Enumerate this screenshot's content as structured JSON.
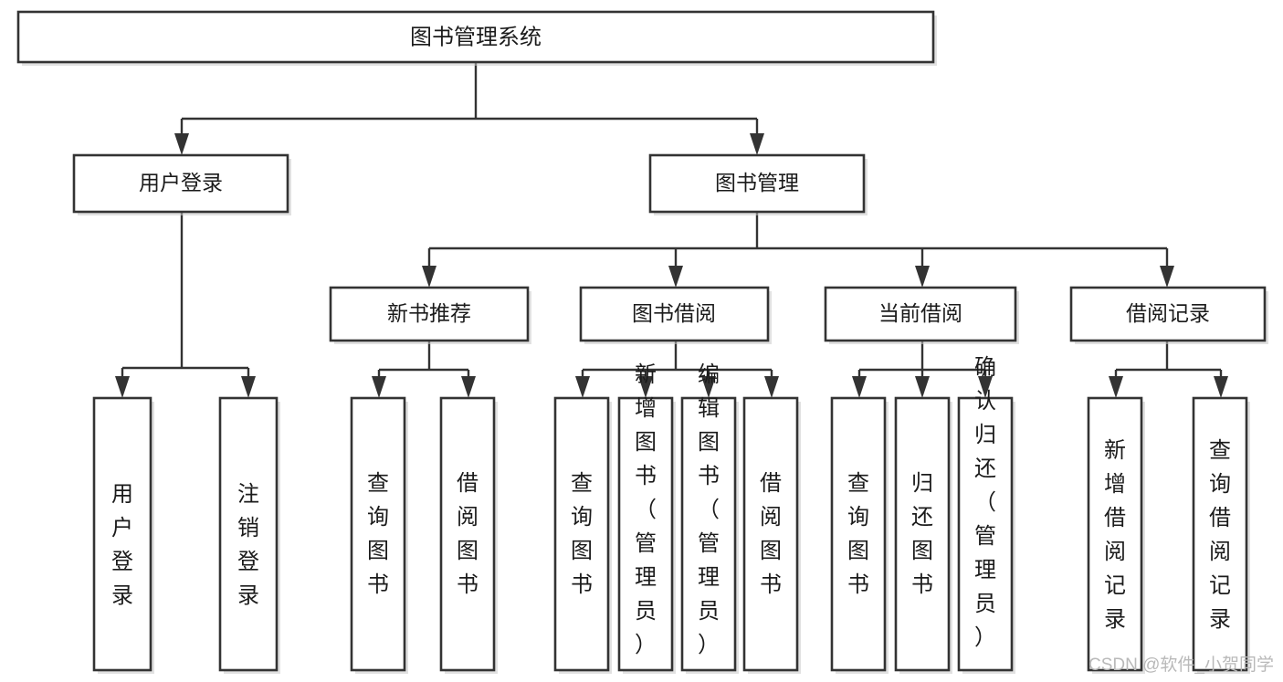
{
  "diagram": {
    "type": "tree-hierarchy",
    "title": "图书管理系统",
    "orientation": "top-down",
    "colors": {
      "background": "#ffffff",
      "node_fill": "#ffffff",
      "node_stroke": "#333333",
      "edge": "#333333",
      "text": "#1b1b1b",
      "watermark": "#b9b9b9"
    },
    "root": {
      "id": "root",
      "label": "图书管理系统",
      "orientation": "horizontal"
    },
    "level2": [
      {
        "id": "user-login",
        "label": "用户登录",
        "orientation": "horizontal"
      },
      {
        "id": "book-management",
        "label": "图书管理",
        "orientation": "horizontal"
      }
    ],
    "level3": [
      {
        "id": "new-book-recommend",
        "label": "新书推荐",
        "parent": "book-management",
        "orientation": "horizontal"
      },
      {
        "id": "book-borrow",
        "label": "图书借阅",
        "parent": "book-management",
        "orientation": "horizontal"
      },
      {
        "id": "current-borrow",
        "label": "当前借阅",
        "parent": "book-management",
        "orientation": "horizontal"
      },
      {
        "id": "borrow-record",
        "label": "借阅记录",
        "parent": "book-management",
        "orientation": "horizontal"
      }
    ],
    "leaves": [
      {
        "id": "leaf-user-login",
        "label": "用户登录",
        "parent": "user-login",
        "orientation": "vertical"
      },
      {
        "id": "leaf-logout-login",
        "label": "注销登录",
        "parent": "user-login",
        "orientation": "vertical"
      },
      {
        "id": "leaf-query-book-1",
        "label": "查询图书",
        "parent": "new-book-recommend",
        "orientation": "vertical"
      },
      {
        "id": "leaf-borrow-book-1",
        "label": "借阅图书",
        "parent": "new-book-recommend",
        "orientation": "vertical"
      },
      {
        "id": "leaf-query-book-2",
        "label": "查询图书",
        "parent": "book-borrow",
        "orientation": "vertical"
      },
      {
        "id": "leaf-add-book",
        "label": "新增图书（管理员）",
        "parent": "book-borrow",
        "orientation": "vertical"
      },
      {
        "id": "leaf-edit-book",
        "label": "编辑图书（管理员）",
        "parent": "book-borrow",
        "orientation": "vertical"
      },
      {
        "id": "leaf-borrow-book-2",
        "label": "借阅图书",
        "parent": "book-borrow",
        "orientation": "vertical"
      },
      {
        "id": "leaf-query-book-3",
        "label": "查询图书",
        "parent": "current-borrow",
        "orientation": "vertical"
      },
      {
        "id": "leaf-return-book",
        "label": "归还图书",
        "parent": "current-borrow",
        "orientation": "vertical"
      },
      {
        "id": "leaf-confirm-return",
        "label": "确认归还（管理员）",
        "parent": "current-borrow",
        "orientation": "vertical"
      },
      {
        "id": "leaf-add-record",
        "label": "新增借阅记录",
        "parent": "borrow-record",
        "orientation": "vertical"
      },
      {
        "id": "leaf-query-record",
        "label": "查询借阅记录",
        "parent": "borrow-record",
        "orientation": "vertical"
      }
    ],
    "watermark": "CSDN @软件_小贺同学"
  }
}
